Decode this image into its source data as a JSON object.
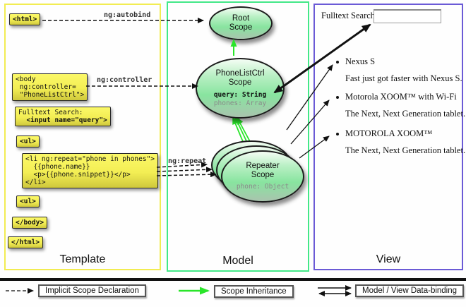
{
  "colors": {
    "template_border": "#f2ec52",
    "model_border": "#43e888",
    "view_border": "#6b5ad6",
    "arrow_green": "#2ae52a",
    "code_box_yellow": "#f3ee54"
  },
  "columns": {
    "template_label": "Template",
    "model_label": "Model",
    "view_label": "View"
  },
  "arrow_labels": {
    "autobind": "ng:autobind",
    "controller": "ng:controller",
    "repeat": "ng:repeat"
  },
  "template_code": {
    "html_open": "<html>",
    "body_open": [
      "<body",
      " ng:controller=",
      " \"PhoneListCtrl\">"
    ],
    "fulltext": [
      "Fulltext Search:",
      "  <input name=\"query\">"
    ],
    "ul_open": "<ul>",
    "li_repeat": [
      "<li ng:repeat=\"phone in phones\">",
      "  {{phone.name}}",
      "  <p>{{phone.snippet}}</p>",
      "</li>"
    ],
    "ul_close": "<ul>",
    "body_close": "</body>",
    "html_close": "</html>"
  },
  "model": {
    "root_scope": {
      "title1": "Root",
      "title2": "Scope"
    },
    "ctrl_scope": {
      "title1": "PhoneListCtrl",
      "title2": "Scope",
      "prop1": "query: String",
      "prop2": "phones: Array"
    },
    "repeater_scope": {
      "title1": "Repeater",
      "title2": "Scope",
      "prop1": "phone: Object"
    }
  },
  "view": {
    "search_label": "Fulltext Search:",
    "items": [
      {
        "title": "Nexus S",
        "desc": "Fast just got faster with Nexus S."
      },
      {
        "title": "Motorola XOOM™ with Wi-Fi",
        "desc": "The Next, Next Generation tablet."
      },
      {
        "title": "MOTOROLA XOOM™",
        "desc": "The Next, Next Generation tablet."
      }
    ]
  },
  "legend": {
    "items": [
      {
        "label": "Implicit Scope Declaration"
      },
      {
        "label": "Scope Inheritance"
      },
      {
        "label": "Model / View Data-binding"
      }
    ]
  }
}
